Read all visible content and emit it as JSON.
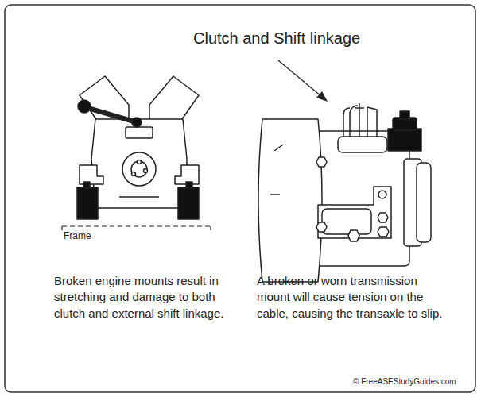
{
  "diagram": {
    "labels": [
      "Clutch and Shift linkage",
      "Frame",
      "Broken engine mounts result in stretching and damage to both clutch and external shift linkage.",
      "A broken or worn transmission mount will cause tension on the cable, causing the transaxle to slip.",
      "© FreeASEStudyGuides.com"
    ]
  }
}
